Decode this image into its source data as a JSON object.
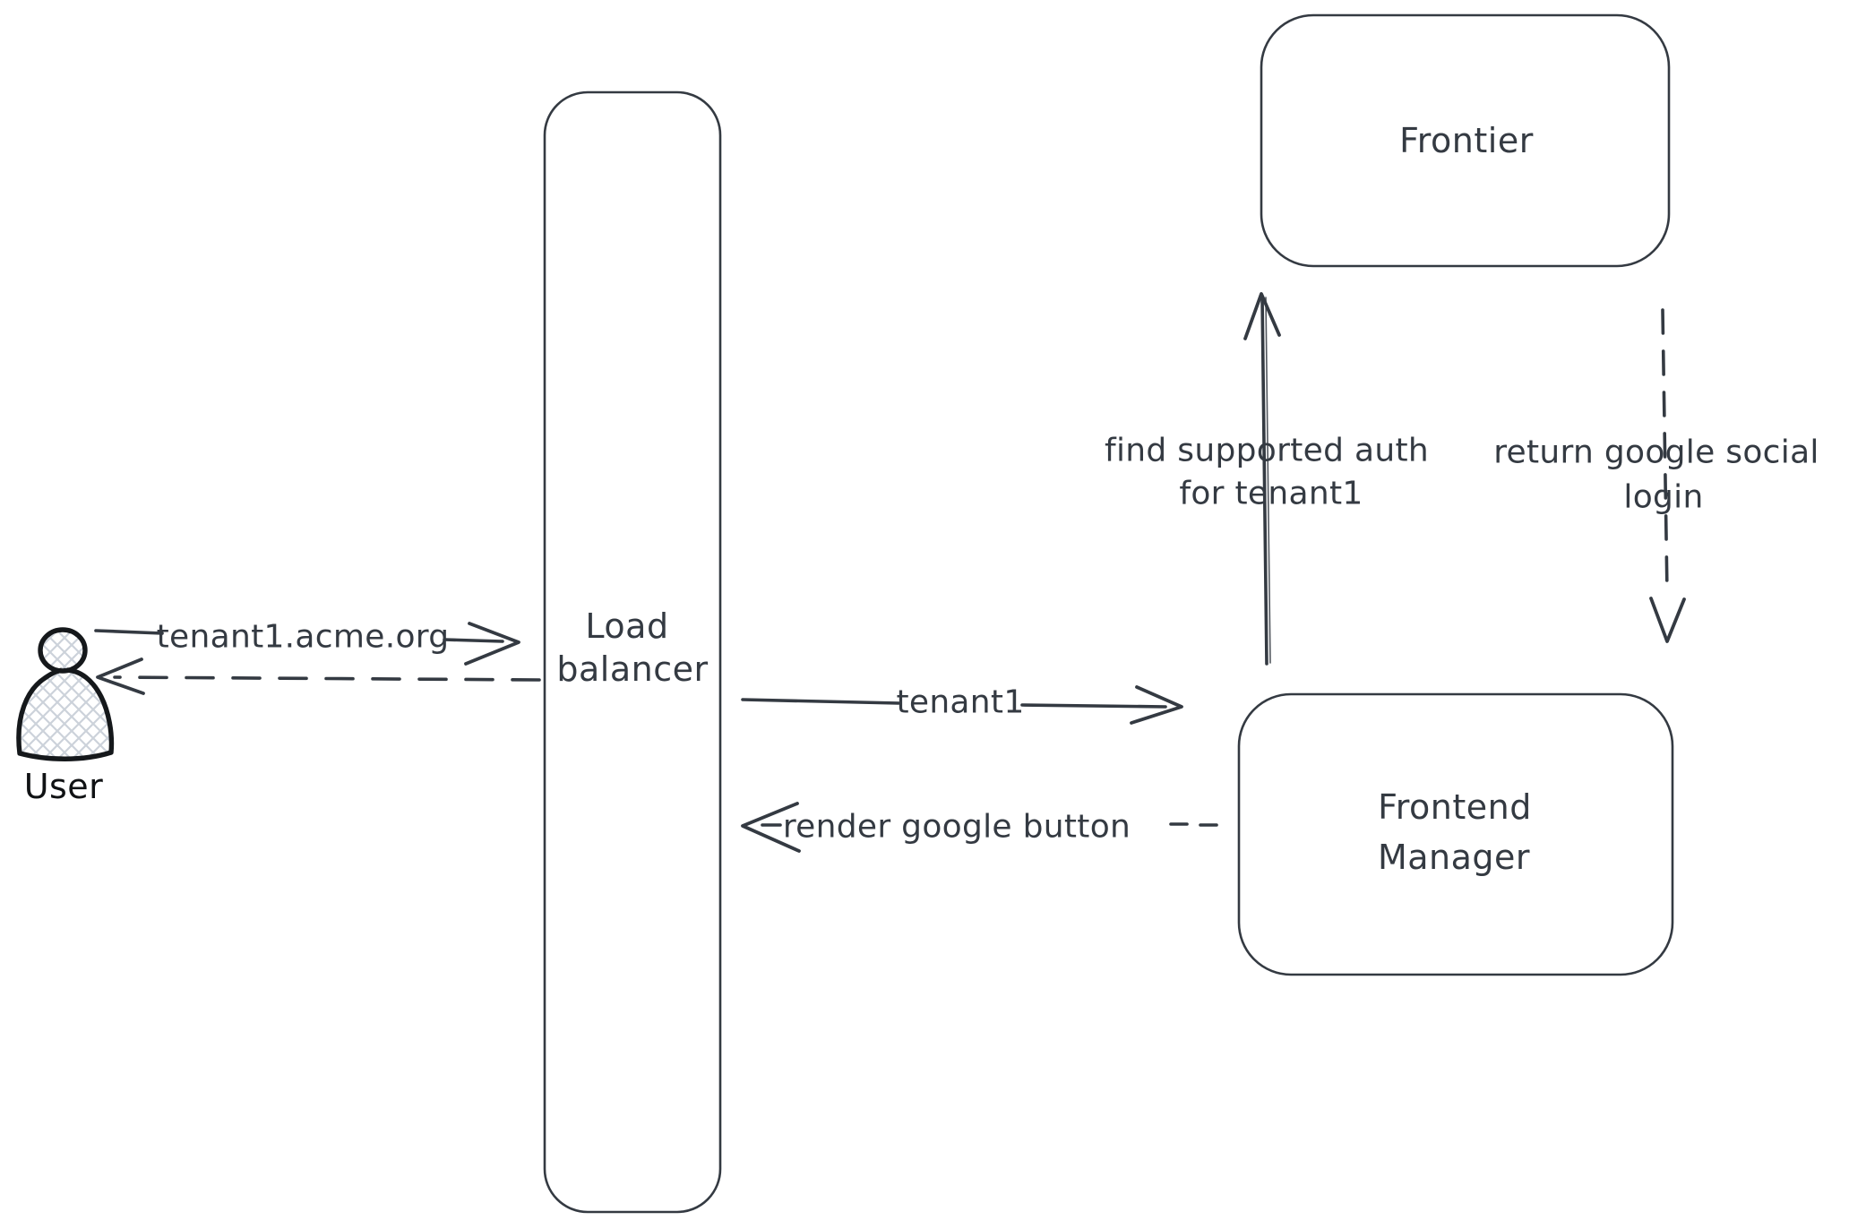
{
  "diagram": {
    "title": "tenant auth flow sketch",
    "style": "hand-drawn-whiteboard",
    "colors": {
      "background": "#ffffff",
      "ink": "#343a42",
      "user_figure_ink": "#15181b",
      "user_figure_hatch": "#ccd2da"
    },
    "nodes": {
      "user": {
        "label": "User",
        "shape": "person-figure"
      },
      "load_balancer": {
        "lines": [
          "Load",
          "balancer"
        ],
        "shape": "tall-rounded-rectangle"
      },
      "frontier": {
        "label": "Frontier",
        "shape": "rounded-rectangle"
      },
      "frontend_manager": {
        "lines": [
          "Frontend",
          "Manager"
        ],
        "shape": "rounded-rectangle"
      }
    },
    "edges": {
      "user_to_load_balancer": {
        "label": "tenant1.acme.org",
        "from": "user",
        "to": "load_balancer",
        "line_style": "solid",
        "arrow_direction": "right"
      },
      "load_balancer_to_user": {
        "label": "",
        "from": "load_balancer",
        "to": "user",
        "line_style": "dashed",
        "arrow_direction": "left"
      },
      "load_balancer_to_frontend_manager": {
        "label": "tenant1",
        "from": "load_balancer",
        "to": "frontend_manager",
        "line_style": "solid",
        "arrow_direction": "right"
      },
      "frontend_manager_to_load_balancer": {
        "label": "render google button",
        "from": "frontend_manager",
        "to": "load_balancer",
        "line_style": "dashed",
        "arrow_direction": "left"
      },
      "frontend_manager_to_frontier": {
        "lines": [
          "find supported auth",
          "for tenant1"
        ],
        "from": "frontend_manager",
        "to": "frontier",
        "line_style": "solid",
        "arrow_direction": "up"
      },
      "frontier_to_frontend_manager": {
        "lines": [
          "return google social",
          "login"
        ],
        "from": "frontier",
        "to": "frontend_manager",
        "line_style": "dashed",
        "arrow_direction": "down"
      }
    }
  }
}
